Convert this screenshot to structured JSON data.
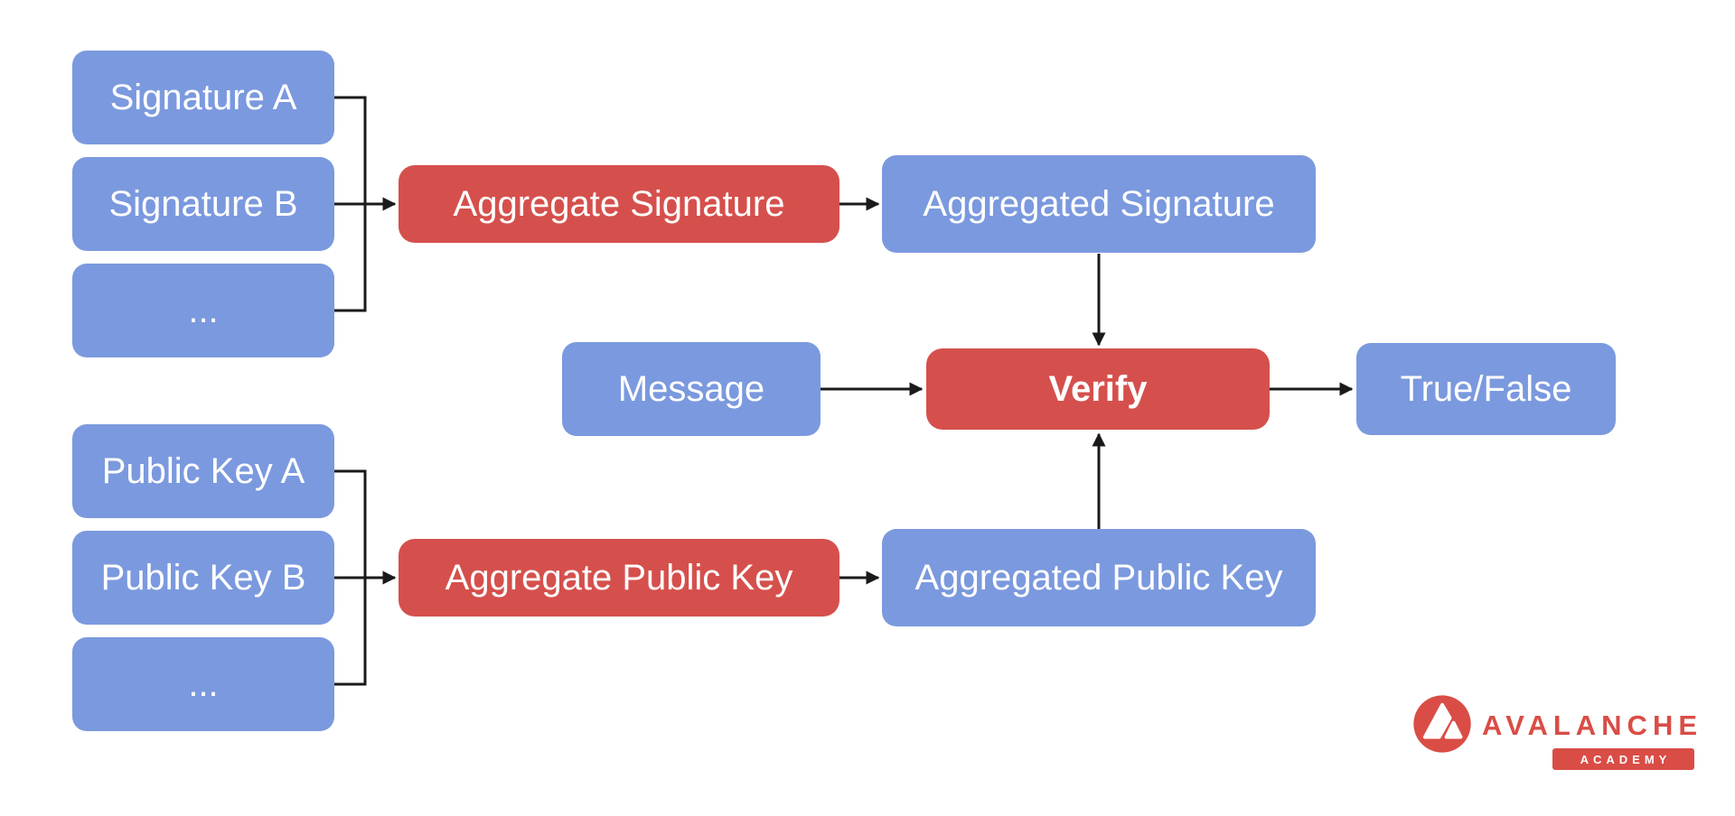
{
  "diagram": {
    "nodes": {
      "signature_a": "Signature A",
      "signature_b": "Signature B",
      "signature_more": "...",
      "aggregate_signature": "Aggregate Signature",
      "aggregated_signature": "Aggregated Signature",
      "message": "Message",
      "verify": "Verify",
      "true_false": "True/False",
      "public_key_a": "Public Key A",
      "public_key_b": "Public Key B",
      "public_key_more": "...",
      "aggregate_public_key": "Aggregate Public Key",
      "aggregated_public_key": "Aggregated Public Key"
    },
    "colors": {
      "node_blue": "#7B99DE",
      "node_red": "#D5504C",
      "connector": "#1A1A1A",
      "brand_red": "#D94D46",
      "text": "#FFFFFF"
    }
  },
  "logo": {
    "brand": "AVALANCHE",
    "subtitle": "ACADEMY"
  }
}
